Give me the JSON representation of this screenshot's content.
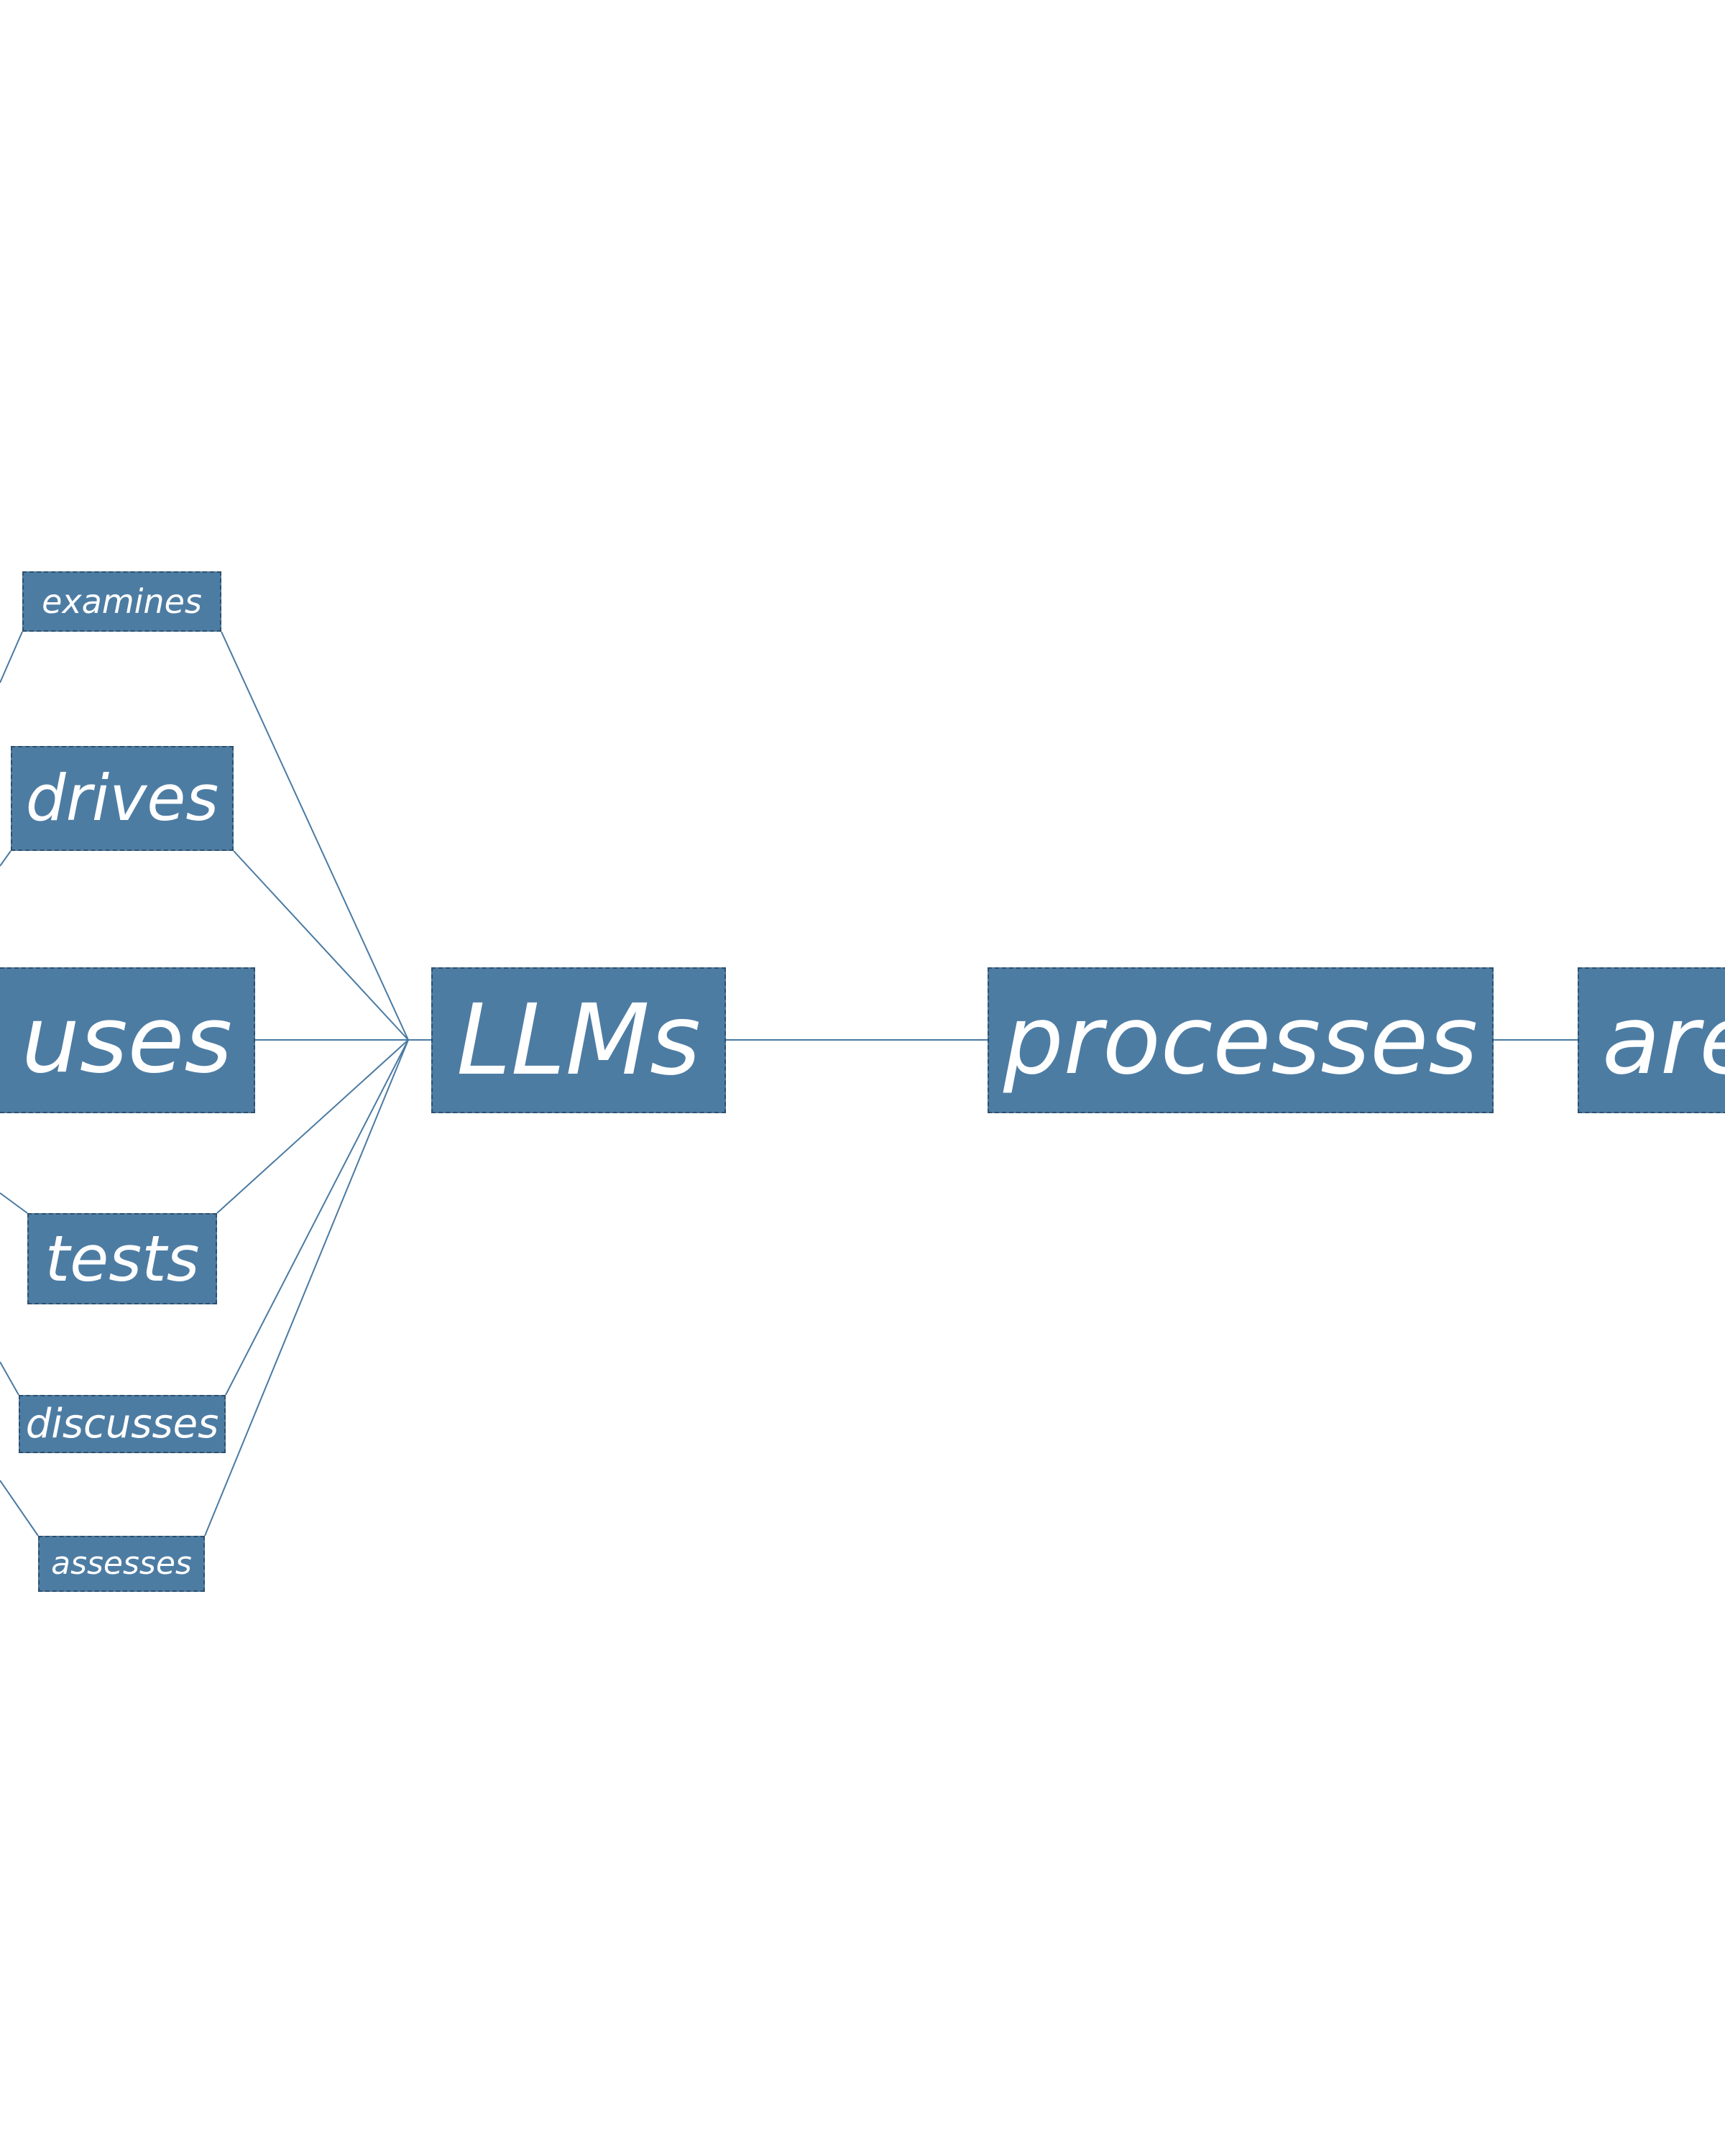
{
  "diagram": {
    "nodes": {
      "examines": "examines",
      "drives": "drives",
      "uses": "uses",
      "tests": "tests",
      "discusses": "discusses",
      "assesses": "assesses",
      "llms": "LLMs",
      "processes": "processes",
      "are": "are"
    },
    "edges": [
      [
        "examines",
        "LLMs"
      ],
      [
        "drives",
        "LLMs"
      ],
      [
        "uses",
        "LLMs"
      ],
      [
        "tests",
        "LLMs"
      ],
      [
        "discusses",
        "LLMs"
      ],
      [
        "assesses",
        "LLMs"
      ],
      [
        "LLMs",
        "processes"
      ],
      [
        "processes",
        "are"
      ]
    ],
    "colors": {
      "node_fill": "#4d7ca3",
      "node_border": "#2f4f6a",
      "node_text": "#ffffff",
      "edge": "#4a7aa2",
      "background": "#ffffff"
    }
  }
}
